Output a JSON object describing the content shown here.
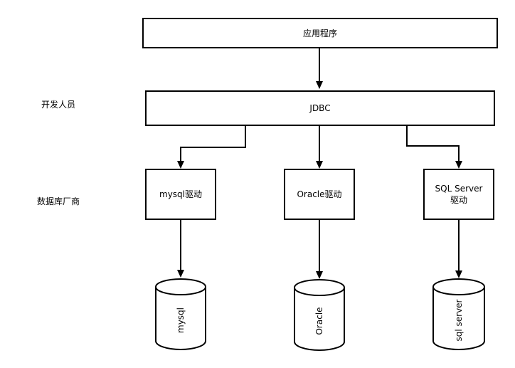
{
  "labels": {
    "developer": "开发人员",
    "vendor": "数据库厂商"
  },
  "boxes": {
    "app": "应用程序",
    "jdbc": "JDBC",
    "mysql_driver": "mysql驱动",
    "oracle_driver": "Oracle驱动",
    "sqlserver_driver_line1": "SQL Server",
    "sqlserver_driver_line2": "驱动"
  },
  "databases": {
    "mysql": "mysql",
    "oracle": "Oracle",
    "sqlserver": "sql server"
  },
  "colors": {
    "stroke": "#000000",
    "fill": "#ffffff"
  }
}
